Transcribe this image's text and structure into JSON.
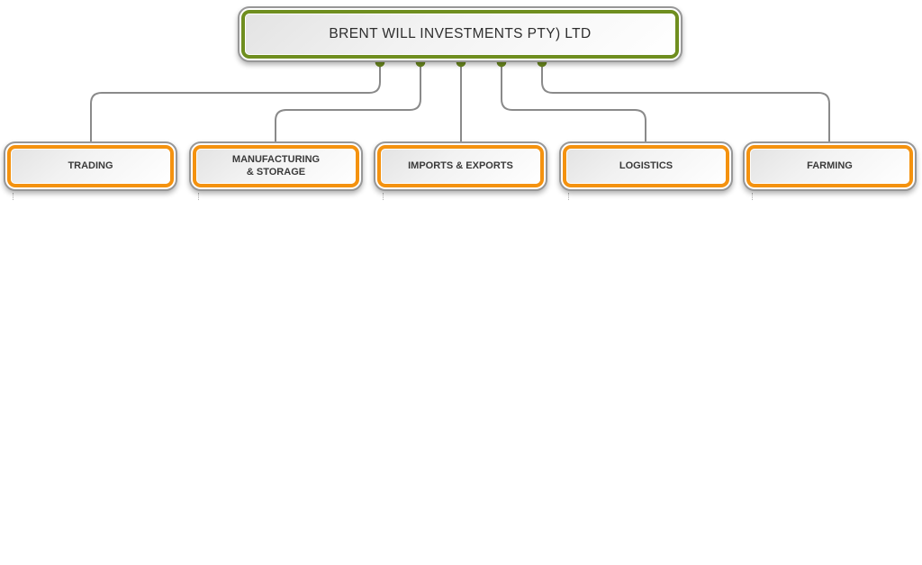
{
  "org_chart": {
    "type": "org-tree",
    "root": {
      "label": "BRENT WILL INVESTMENTS PTY) LTD"
    },
    "children": [
      {
        "label": "TRADING"
      },
      {
        "label": "MANUFACTURING & STORAGE"
      },
      {
        "label": "IMPORTS & EXPORTS"
      },
      {
        "label": "LOGISTICS"
      },
      {
        "label": "FARMING"
      }
    ],
    "colors": {
      "root_accent": "#6f8e1f",
      "child_accent": "#f4920f",
      "connector": "#8a8a8a",
      "outline": "#979797",
      "text": "#3a3a3a"
    }
  }
}
